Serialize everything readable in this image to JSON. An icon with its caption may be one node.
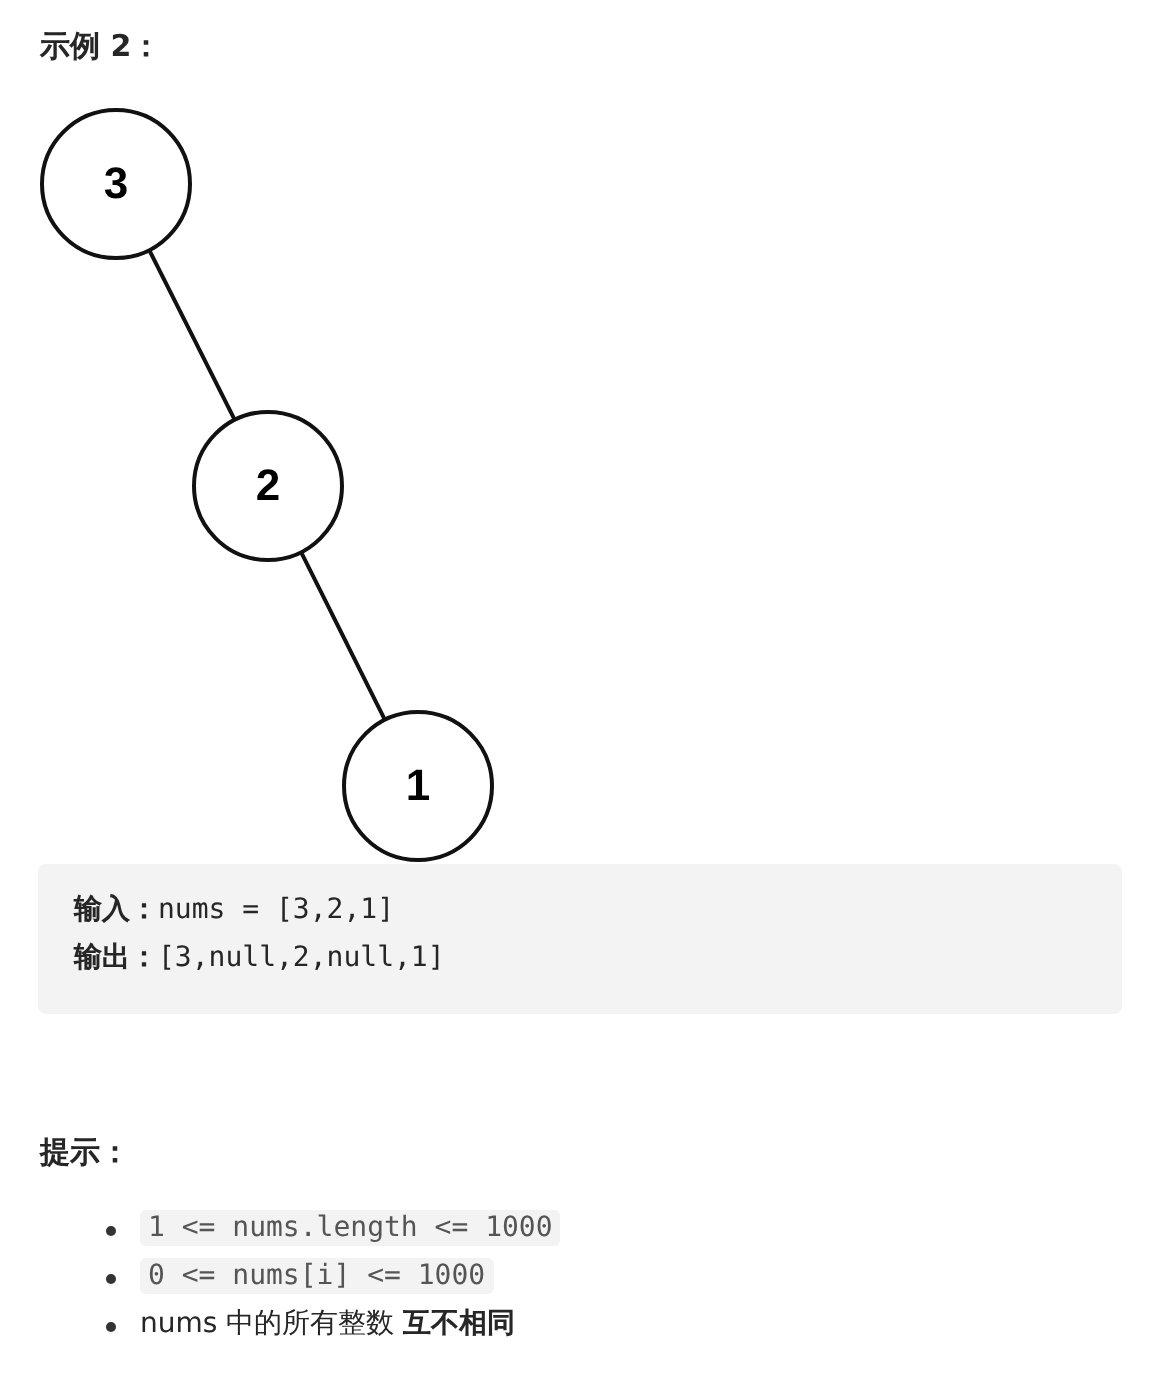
{
  "diagram": {
    "title": "示例 2：",
    "nodes": [
      {
        "text": [
          "3"
        ]
      },
      {
        "text": [
          "2"
        ]
      },
      {
        "text": [
          "1"
        ]
      }
    ],
    "edges": [
      {
        "from": 0,
        "to": 1,
        "arrow": "none"
      },
      {
        "from": 1,
        "to": 2,
        "arrow": "none"
      }
    ],
    "labels": [
      "**输入：**nums = [3,2,1]",
      "**输出：**[3,null,2,null,1]",
      "提示：",
      "1 <= nums.length <= 1000",
      "0 <= nums[i] <= 1000",
      "nums 中的所有整数 **互不相同**"
    ]
  }
}
